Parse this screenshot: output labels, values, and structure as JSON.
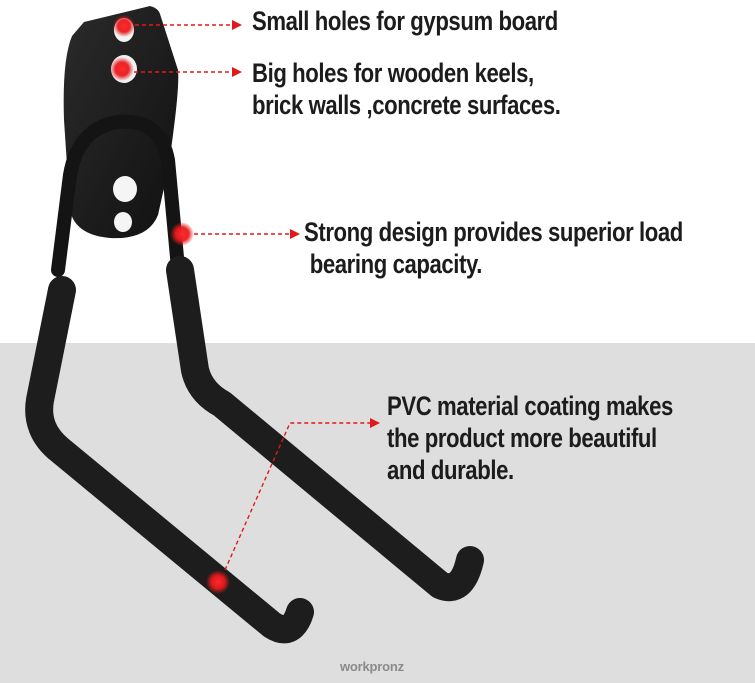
{
  "image": {
    "background_top": "#ffffff",
    "background_bottom": "#dedede",
    "accent_color": "#e0191b",
    "product": "black wall-mount utility hook with PVC coated arms"
  },
  "callouts": [
    {
      "id": "small-holes",
      "lines": [
        "Small holes for gypsum board"
      ]
    },
    {
      "id": "big-holes",
      "lines": [
        "Big holes for wooden keels,",
        "brick walls ,concrete surfaces."
      ]
    },
    {
      "id": "strong-design",
      "lines": [
        "Strong design provides superior load",
        " bearing capacity."
      ]
    },
    {
      "id": "pvc-coating",
      "lines": [
        "PVC material coating makes",
        "the product more beautiful",
        "and durable."
      ]
    }
  ],
  "watermark": "workpronz"
}
